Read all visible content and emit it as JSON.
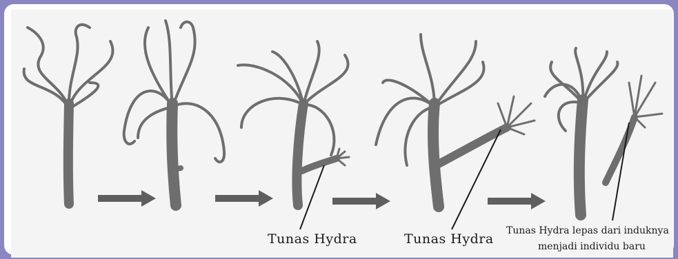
{
  "colors": {
    "frame": "#8a86c2",
    "organism": "#6e6e6e",
    "arrow": "#5f5f5f",
    "pointer": "#1a1a1a"
  },
  "labels": {
    "bud_1": "Tunas Hydra",
    "bud_2": "Tunas Hydra",
    "detached_line1": "Tunas Hydra lepas dari induknya",
    "detached_line2": "menjadi individu baru"
  }
}
